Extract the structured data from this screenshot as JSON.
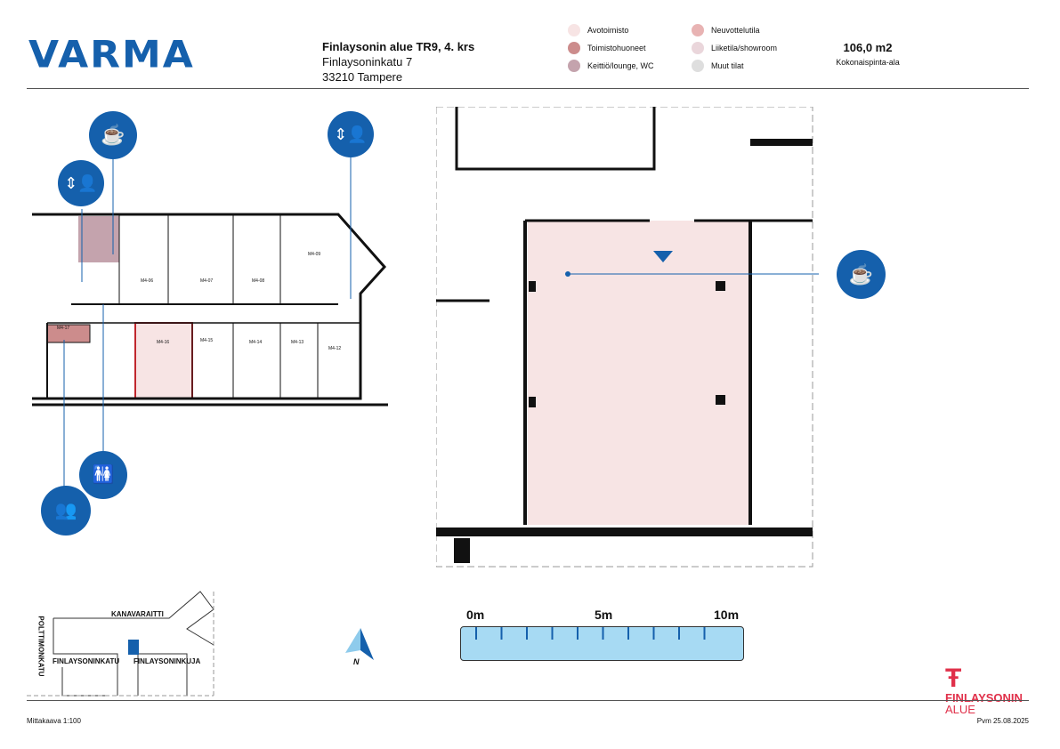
{
  "header": {
    "logo": "VARMA",
    "title": "Finlaysonin alue TR9, 4. krs",
    "street": "Finlaysoninkatu 7",
    "city": "33210 Tampere"
  },
  "legend": [
    {
      "label": "Avotoimisto",
      "color": "#f7e4e4"
    },
    {
      "label": "Toimistohuoneet",
      "color": "#cc8c8c"
    },
    {
      "label": "Keittiö/lounge, WC",
      "color": "#c4a3ad"
    },
    {
      "label": "Neuvottelutila",
      "color": "#e8b3b3"
    },
    {
      "label": "Liiketila/showroom",
      "color": "#ead6db"
    },
    {
      "label": "Muut tilat",
      "color": "#dedede"
    }
  ],
  "area": {
    "value": "106,0 m2",
    "label": "Kokonaispinta-ala"
  },
  "rooms": [
    "M4-06",
    "M4-07",
    "M4-08",
    "M4-09",
    "M4-17",
    "M4-16",
    "M4-15",
    "M4-14",
    "M4-13",
    "M4-12"
  ],
  "map": {
    "roads": [
      "KANAVARAITTI",
      "POLTTIMONKATU",
      "FINLAYSONINKATU",
      "FINLAYSONINKUJA"
    ]
  },
  "compass": "N",
  "scalebar": {
    "labels": [
      "0m",
      "5m",
      "10m"
    ]
  },
  "brand": {
    "line1": "FINLAYSONIN",
    "line2": "ALUE"
  },
  "footer": {
    "scale": "Mittakaava 1:100",
    "date": "Pvm 25.08.2025"
  },
  "colors": {
    "accent": "#1560ac",
    "highlight": "#c0272d"
  }
}
